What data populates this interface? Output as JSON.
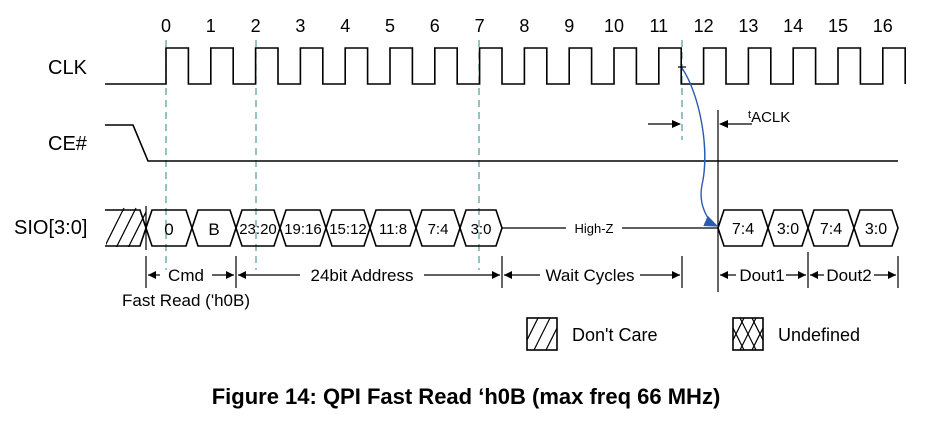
{
  "signals": {
    "clk": "CLK",
    "ce": "CE#",
    "sio": "SIO[3:0]"
  },
  "cycles": [
    "0",
    "1",
    "2",
    "3",
    "4",
    "5",
    "6",
    "7",
    "8",
    "9",
    "10",
    "11",
    "12",
    "13",
    "14",
    "15",
    "16"
  ],
  "bus_cmd": [
    "0",
    "B"
  ],
  "bus_addr": [
    "23:20",
    "19:16",
    "15:12",
    "11:8",
    "7:4",
    "3:0"
  ],
  "bus_highz": "High-Z",
  "bus_dout": [
    "7:4",
    "3:0",
    "7:4",
    "3:0"
  ],
  "timing": {
    "t_main": "t",
    "t_sub": "ACLK"
  },
  "phases": {
    "cmd": "Cmd",
    "cmd_sub": "Fast Read ('h0B)",
    "address": "24bit Address",
    "wait": "Wait Cycles",
    "dout1": "Dout1",
    "dout2": "Dout2"
  },
  "legend": {
    "dont_care": "Don't Care",
    "undefined": "Undefined"
  },
  "caption": "Figure 14: QPI Fast Read ‘h0B (max freq 66 MHz)",
  "colors": {
    "guide": "#3f8f8f",
    "arrow": "#2a5db0"
  }
}
